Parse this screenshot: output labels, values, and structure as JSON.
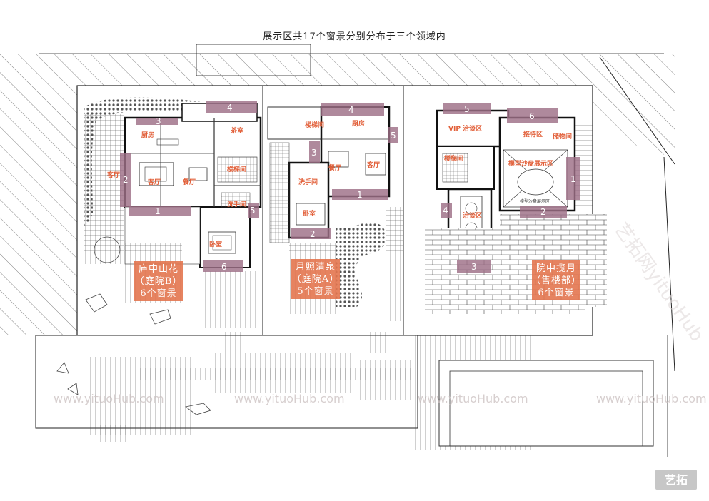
{
  "title": "展示区共17个窗景分别分布于三个领域内",
  "colors": {
    "marker": "#9d6f86",
    "room_label": "#e2603a",
    "zone_box": "#e3764f",
    "line": "#222222"
  },
  "zones": [
    {
      "line1": "庐中山花",
      "line2": "（庭院B）",
      "line3": "6个窗景"
    },
    {
      "line1": "月照清泉",
      "line2": "（庭院A）",
      "line3": "5个窗景"
    },
    {
      "line1": "院中揽月",
      "line2": "（售楼部）",
      "line3": "6个窗景"
    }
  ],
  "rooms": {
    "r1": "厨房",
    "r2": "茶室",
    "r3": "餐厅",
    "r4": "客厅",
    "r5": "楼梯间",
    "r6": "洗手间",
    "r7": "卧室",
    "r8": "客厅",
    "r9": "楼梯间",
    "r10": "厨房",
    "r11": "餐厅",
    "r12": "客厅",
    "r13": "洗手间",
    "r14": "卧室",
    "r15": "VIP 洽谈区",
    "r16": "接待区",
    "r17": "储物间",
    "r18": "楼梯间",
    "r19": "模型沙盘展示区",
    "r20": "洽谈区"
  },
  "plan_text": {
    "model_small": "模型沙盘展示区"
  },
  "markers": [
    "1",
    "2",
    "3",
    "4",
    "5",
    "6",
    "1",
    "2",
    "3",
    "4",
    "5",
    "1",
    "2",
    "3",
    "4",
    "5",
    "6"
  ],
  "watermarks": {
    "url": "www.yituoHub.com",
    "rotated": "艺拓网yituoHub",
    "logo": "艺拓"
  }
}
